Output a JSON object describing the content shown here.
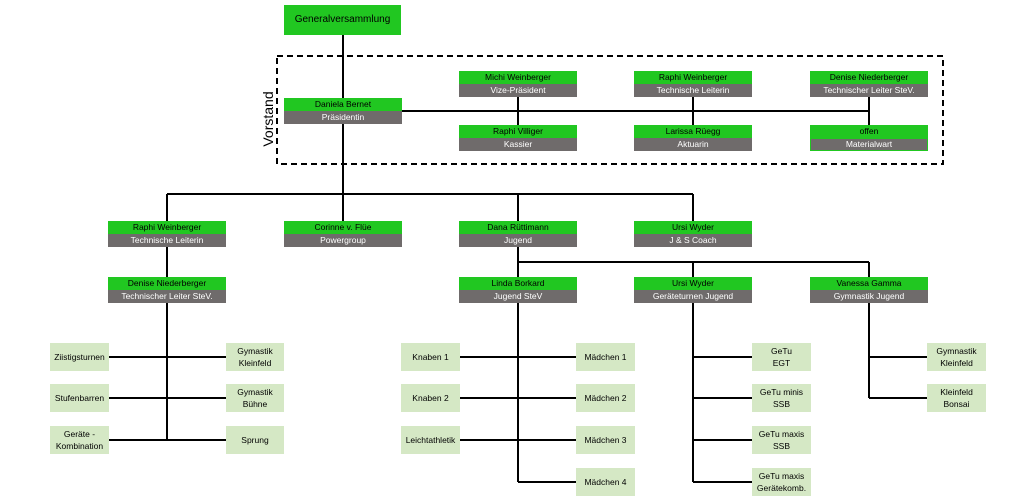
{
  "top": {
    "name": "Generalversammlung"
  },
  "vorstand_label": "Vorstand",
  "board": {
    "president": {
      "name": "Daniela Bernet",
      "role": "Präsidentin"
    },
    "members": [
      {
        "name": "Michi Weinberger",
        "role": "Vize-Präsident"
      },
      {
        "name": "Raphi Weinberger",
        "role": "Technische Leiterin"
      },
      {
        "name": "Denise Niederberger",
        "role": "Technischer Leiter SteV."
      },
      {
        "name": "Raphi Villiger",
        "role": "Kassier"
      },
      {
        "name": "Larissa Rüegg",
        "role": "Aktuarin"
      },
      {
        "name": "offen",
        "role": "Materialwart"
      }
    ]
  },
  "level2": [
    {
      "name": "Raphi Weinberger",
      "role": "Technische Leiterin"
    },
    {
      "name": "Corinne v. Flüe",
      "role": "Powergroup"
    },
    {
      "name": "Dana Rüttimann",
      "role": "Jugend"
    },
    {
      "name": "Ursi Wyder",
      "role": "J & S Coach"
    }
  ],
  "level3": [
    {
      "name": "Denise Niederberger",
      "role": "Technischer Leiter SteV."
    },
    {
      "name": "Linda Borkard",
      "role": "Jugend SteV"
    },
    {
      "name": "Ursi Wyder",
      "role": "Geräteturnen Jugend"
    },
    {
      "name": "Vanessa Gamma",
      "role": "Gymnastik Jugend"
    }
  ],
  "groups": {
    "stev_left": [
      "Ziistigsturnen",
      "Stufenbarren",
      "Geräte -\nKombination"
    ],
    "stev_right": [
      "Gymastik\nKleinfeld",
      "Gymastik\nBühne",
      "Sprung"
    ],
    "jugend_left": [
      "Knaben 1",
      "Knaben 2",
      "Leichtathletik"
    ],
    "jugend_right": [
      "Mädchen 1",
      "Mädchen 2",
      "Mädchen 3",
      "Mädchen 4"
    ],
    "getu": [
      "GeTu\nEGT",
      "GeTu minis\nSSB",
      "GeTu maxis\nSSB",
      "GeTu maxis\nGerätekomb."
    ],
    "gymnastik": [
      "Gymnastik\nKleinfeld",
      "Kleinfeld\nBonsai"
    ]
  }
}
